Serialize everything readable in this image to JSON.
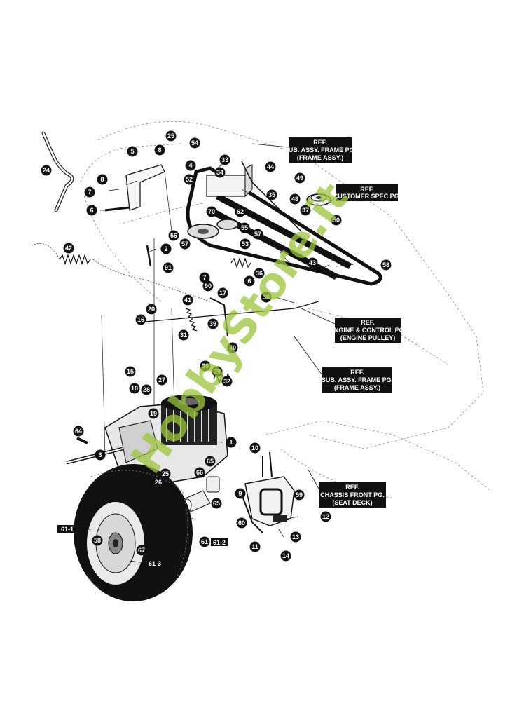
{
  "watermark": "HobbyStore.it",
  "ref_boxes": [
    {
      "id": "frame-top",
      "lines": [
        "REF.",
        "SUB. ASSY. FRAME PG.",
        "(FRAME ASSY.)"
      ]
    },
    {
      "id": "customer-spec",
      "lines": [
        "REF.",
        "CUSTOMER SPEC PG."
      ]
    },
    {
      "id": "engine-control",
      "lines": [
        "REF.",
        "ENGINE & CONTROL PG.",
        "(ENGINE PULLEY)"
      ]
    },
    {
      "id": "frame-mid",
      "lines": [
        "REF.",
        "SUB. ASSY. FRAME PG.",
        "(FRAME ASSY.)"
      ]
    },
    {
      "id": "chassis-front",
      "lines": [
        "REF.",
        "CHASSIS FRONT PG.",
        "(SEAT DECK)"
      ]
    }
  ],
  "parts": [
    "25",
    "54",
    "5",
    "8",
    "4",
    "33",
    "44",
    "49",
    "24",
    "34",
    "52",
    "8",
    "7",
    "35",
    "48",
    "6",
    "37",
    "50",
    "62",
    "70",
    "55",
    "57",
    "56",
    "57",
    "53",
    "2",
    "42",
    "58",
    "43",
    "91",
    "7",
    "36",
    "6",
    "90",
    "17",
    "38",
    "41",
    "20",
    "16",
    "39",
    "31",
    "40",
    "30",
    "15",
    "29",
    "32",
    "27",
    "18",
    "28",
    "19",
    "64",
    "1",
    "10",
    "3",
    "66",
    "65",
    "25",
    "26",
    "9",
    "59",
    "12",
    "65",
    "60",
    "61",
    "13",
    "11",
    "14",
    "67",
    "58"
  ],
  "wheel_tags": [
    "61-1",
    "61-2",
    "61-3"
  ]
}
